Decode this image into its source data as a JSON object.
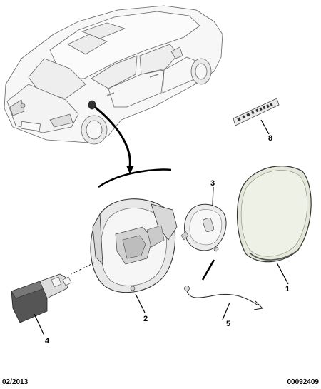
{
  "callouts": {
    "c1": "1",
    "c2": "2",
    "c3": "3",
    "c4": "4",
    "c5": "5",
    "c8": "8"
  },
  "footer": {
    "date": "02/2013",
    "reference": "00092409"
  },
  "colors": {
    "line": "#222222",
    "part_fill": "#f2f2f2",
    "part_shade": "#d6d6d6",
    "dark_part": "#555555",
    "flap_tint": "#eef2e6"
  }
}
